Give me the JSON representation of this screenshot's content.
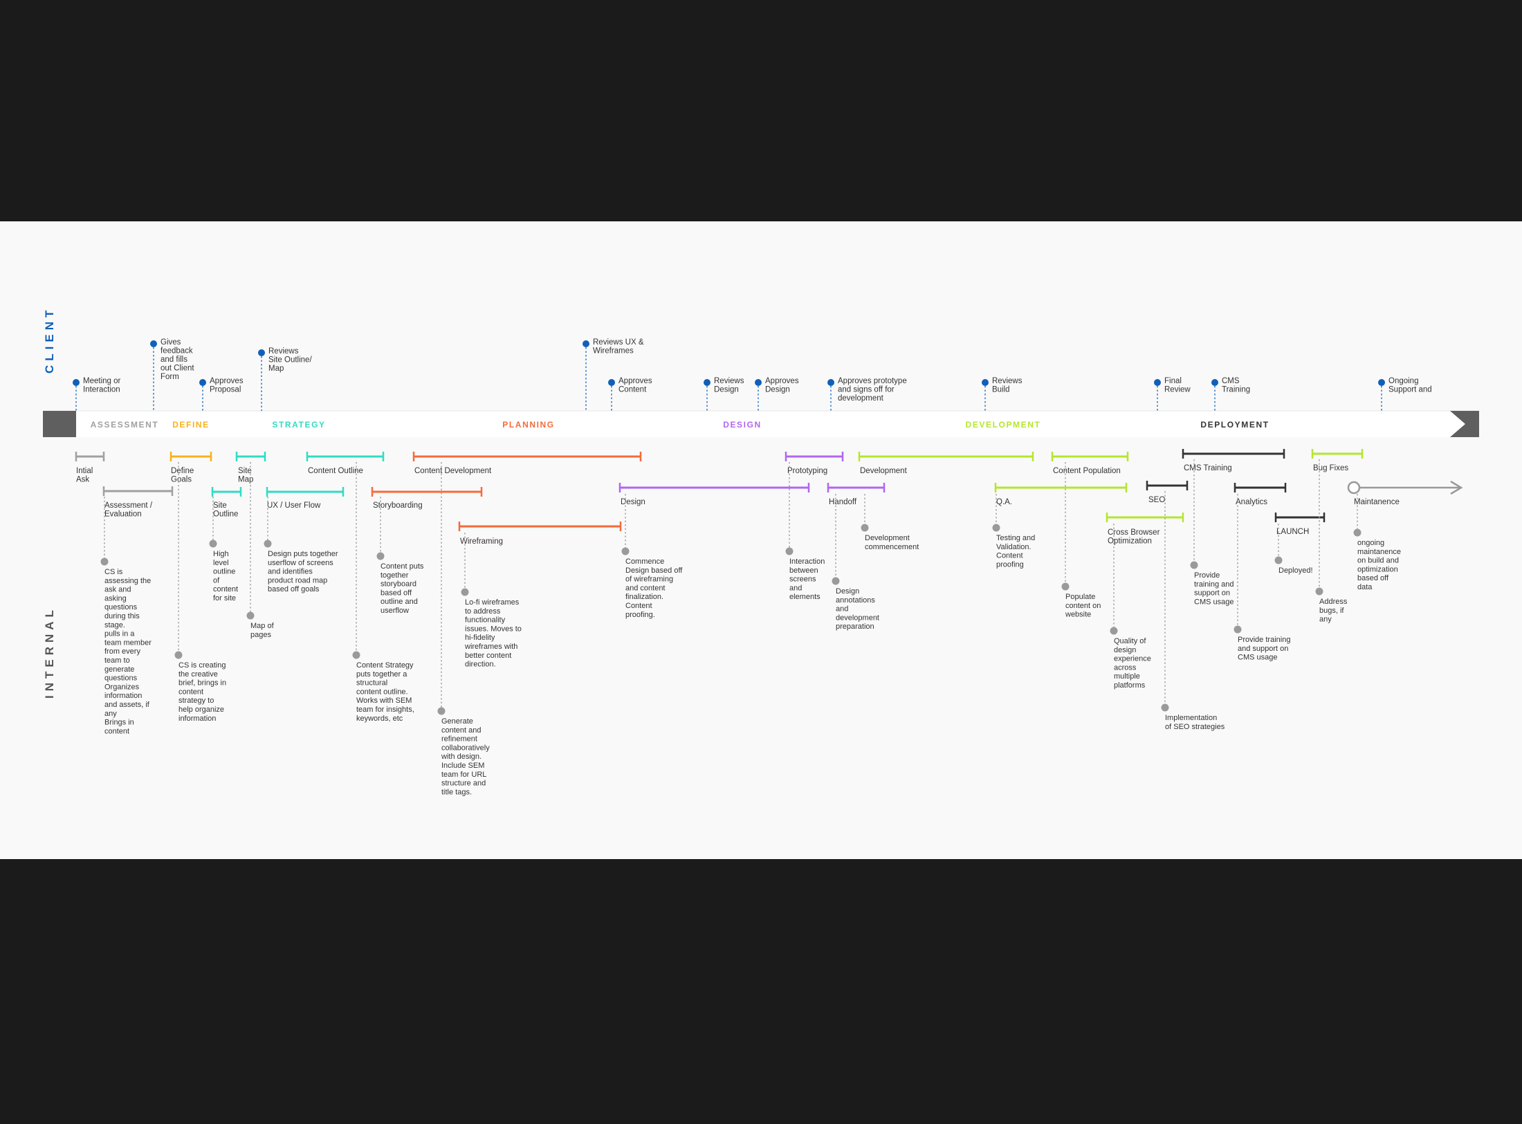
{
  "side_labels": {
    "client": "CLIENT",
    "internal": "INTERNAL"
  },
  "colors": {
    "background": "#1b1b1b",
    "panel": "#f9f9f9",
    "client_dot": "#1060b8",
    "internal_dot": "#9a9a9a",
    "bar_cap": "#5a5a5a",
    "assessment": "#a0a0a0",
    "define": "#f7b21b",
    "strategy": "#2fdcc4",
    "planning": "#f56a3b",
    "design": "#b066f0",
    "development": "#b4e62e",
    "deployment": "#333333",
    "maintenance": "#999999"
  },
  "phases": [
    {
      "label": "ASSESSMENT",
      "color": "#a0a0a0"
    },
    {
      "label": "DEFINE",
      "color": "#f7b21b"
    },
    {
      "label": "STRATEGY",
      "color": "#2fdcc4"
    },
    {
      "label": "PLANNING",
      "color": "#f56a3b"
    },
    {
      "label": "DESIGN",
      "color": "#b066f0"
    },
    {
      "label": "DEVELOPMENT",
      "color": "#b4e62e"
    },
    {
      "label": "DEPLOYMENT",
      "color": "#333333"
    }
  ],
  "client_milestones": [
    {
      "lines": [
        "Meeting or",
        "Interaction"
      ]
    },
    {
      "lines": [
        "Gives",
        "feedback",
        "and fills",
        "out Client",
        "Form"
      ]
    },
    {
      "lines": [
        "Approves",
        "Proposal"
      ]
    },
    {
      "lines": [
        "Reviews",
        "Site Outline/",
        "Map"
      ]
    },
    {
      "lines": [
        "Reviews UX &",
        "Wireframes"
      ]
    },
    {
      "lines": [
        "Approves",
        "Content"
      ]
    },
    {
      "lines": [
        "Reviews",
        "Design"
      ]
    },
    {
      "lines": [
        "Approves",
        "Design"
      ]
    },
    {
      "lines": [
        "Approves prototype",
        "and signs off for",
        "development"
      ]
    },
    {
      "lines": [
        "Reviews",
        "Build"
      ]
    },
    {
      "lines": [
        "Final",
        "Review"
      ]
    },
    {
      "lines": [
        "CMS",
        "Training"
      ]
    },
    {
      "lines": [
        "Ongoing",
        "Support and"
      ]
    }
  ],
  "tasks": [
    {
      "label": [
        "Intial",
        "Ask"
      ],
      "color": "#a0a0a0"
    },
    {
      "label": [
        "Assessment /",
        "Evaluation"
      ],
      "color": "#a0a0a0"
    },
    {
      "label": [
        "Define",
        "Goals"
      ],
      "color": "#f7b21b"
    },
    {
      "label": [
        "Site",
        "Map"
      ],
      "color": "#2fdcc4"
    },
    {
      "label": [
        "Site",
        "Outline"
      ],
      "color": "#2fdcc4"
    },
    {
      "label": [
        "UX / User Flow"
      ],
      "color": "#2fdcc4"
    },
    {
      "label": [
        "Content Outline"
      ],
      "color": "#2fdcc4"
    },
    {
      "label": [
        "Storyboarding"
      ],
      "color": "#f56a3b"
    },
    {
      "label": [
        "Content Development"
      ],
      "color": "#f56a3b"
    },
    {
      "label": [
        "Wireframing"
      ],
      "color": "#f56a3b"
    },
    {
      "label": [
        "Design"
      ],
      "color": "#b066f0"
    },
    {
      "label": [
        "Prototyping"
      ],
      "color": "#b066f0"
    },
    {
      "label": [
        "Handoff"
      ],
      "color": "#b066f0"
    },
    {
      "label": [
        "Development"
      ],
      "color": "#b4e62e"
    },
    {
      "label": [
        "Content Population"
      ],
      "color": "#b4e62e"
    },
    {
      "label": [
        "Q.A."
      ],
      "color": "#b4e62e"
    },
    {
      "label": [
        "Cross Browser",
        "Optimization"
      ],
      "color": "#b4e62e"
    },
    {
      "label": [
        "SEO"
      ],
      "color": "#333333"
    },
    {
      "label": [
        "CMS Training"
      ],
      "color": "#333333"
    },
    {
      "label": [
        "Analytics"
      ],
      "color": "#333333"
    },
    {
      "label": [
        "LAUNCH"
      ],
      "color": "#333333"
    },
    {
      "label": [
        "Bug Fixes"
      ],
      "color": "#b4e62e"
    },
    {
      "label": [
        "Maintanence"
      ],
      "color": "#999999"
    }
  ],
  "notes": [
    {
      "lines": [
        "CS is",
        "assessing the",
        "ask and",
        "asking",
        "questions",
        "during this",
        "stage.",
        "",
        "pulls in a",
        "team member",
        "from every",
        "team to",
        "generate",
        "questions",
        "",
        "Organizes",
        "information",
        "and assets, if",
        "any",
        "",
        "Brings in",
        "content"
      ]
    },
    {
      "lines": [
        "CS is creating",
        "the creative",
        "brief, brings in",
        "content",
        "strategy to",
        "help organize",
        "information"
      ]
    },
    {
      "lines": [
        "High",
        "level",
        "outline",
        "of",
        "content",
        "for site"
      ]
    },
    {
      "lines": [
        "Map of",
        "pages"
      ]
    },
    {
      "lines": [
        "Design puts together",
        "userflow of screens",
        "and identifies",
        "product road map",
        "based off goals"
      ]
    },
    {
      "lines": [
        "Content Strategy",
        "puts together a",
        "structural",
        "content outline.",
        "Works with SEM",
        "team for insights,",
        "keywords, etc"
      ]
    },
    {
      "lines": [
        "Content puts",
        "together",
        "storyboard",
        "based off",
        "outline and",
        "userflow"
      ]
    },
    {
      "lines": [
        "Generate",
        "content and",
        "refinement",
        "collaboratively",
        "with design.",
        "Include SEM",
        "team for URL",
        "structure and",
        "title tags."
      ]
    },
    {
      "lines": [
        "Lo-fi wireframes",
        "to address",
        "functionality",
        "issues. Moves to",
        "hi-fidelity",
        "wireframes with",
        "better content",
        "direction."
      ]
    },
    {
      "lines": [
        "Commence",
        "Design based off",
        "of wireframing",
        "and content",
        "finalization.",
        "Content",
        "proofing."
      ]
    },
    {
      "lines": [
        "Interaction",
        "between",
        "screens",
        "and",
        "elements"
      ]
    },
    {
      "lines": [
        "Design",
        "annotations",
        "and",
        "development",
        "preparation"
      ]
    },
    {
      "lines": [
        "Development",
        "commencement"
      ]
    },
    {
      "lines": [
        "Testing and",
        "Validation.",
        "Content",
        "proofing"
      ]
    },
    {
      "lines": [
        "Populate",
        "content on",
        "website"
      ]
    },
    {
      "lines": [
        "Quality of",
        "design",
        "experience",
        "across",
        "multiple",
        "platforms"
      ]
    },
    {
      "lines": [
        "Implementation",
        "of SEO strategies"
      ]
    },
    {
      "lines": [
        "Provide",
        "training and",
        "support on",
        "CMS usage"
      ]
    },
    {
      "lines": [
        "Provide training",
        "and support on",
        "CMS usage"
      ]
    },
    {
      "lines": [
        "Deployed!"
      ]
    },
    {
      "lines": [
        "Address",
        "bugs, if",
        "any"
      ]
    },
    {
      "lines": [
        "ongoing",
        "maintanence",
        "on build and",
        "optimization",
        "based off",
        "data"
      ]
    }
  ]
}
